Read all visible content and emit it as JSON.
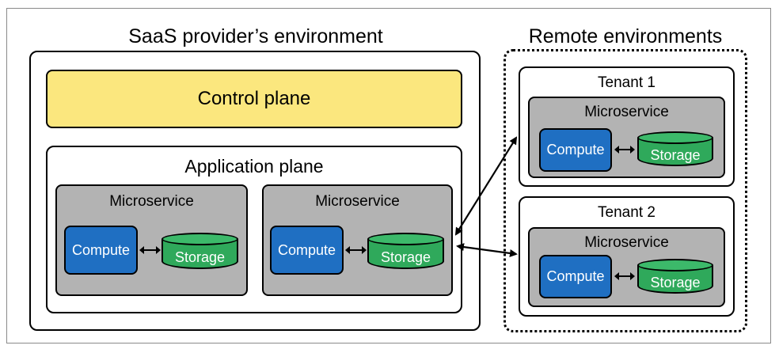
{
  "saas": {
    "title": "SaaS provider’s environment",
    "control_plane": "Control plane",
    "application_plane": {
      "title": "Application plane",
      "microservices": [
        {
          "title": "Microservice",
          "compute": "Compute",
          "storage": "Storage"
        },
        {
          "title": "Microservice",
          "compute": "Compute",
          "storage": "Storage"
        }
      ]
    }
  },
  "remote": {
    "title": "Remote environments",
    "tenants": [
      {
        "title": "Tenant 1",
        "microservice": {
          "title": "Microservice",
          "compute": "Compute",
          "storage": "Storage"
        }
      },
      {
        "title": "Tenant 2",
        "microservice": {
          "title": "Microservice",
          "compute": "Compute",
          "storage": "Storage"
        }
      }
    ]
  },
  "colors": {
    "control_plane": "#fbe77e",
    "microservice": "#b3b3b3",
    "compute": "#1f6fc2",
    "storage": "#2fa95b"
  }
}
